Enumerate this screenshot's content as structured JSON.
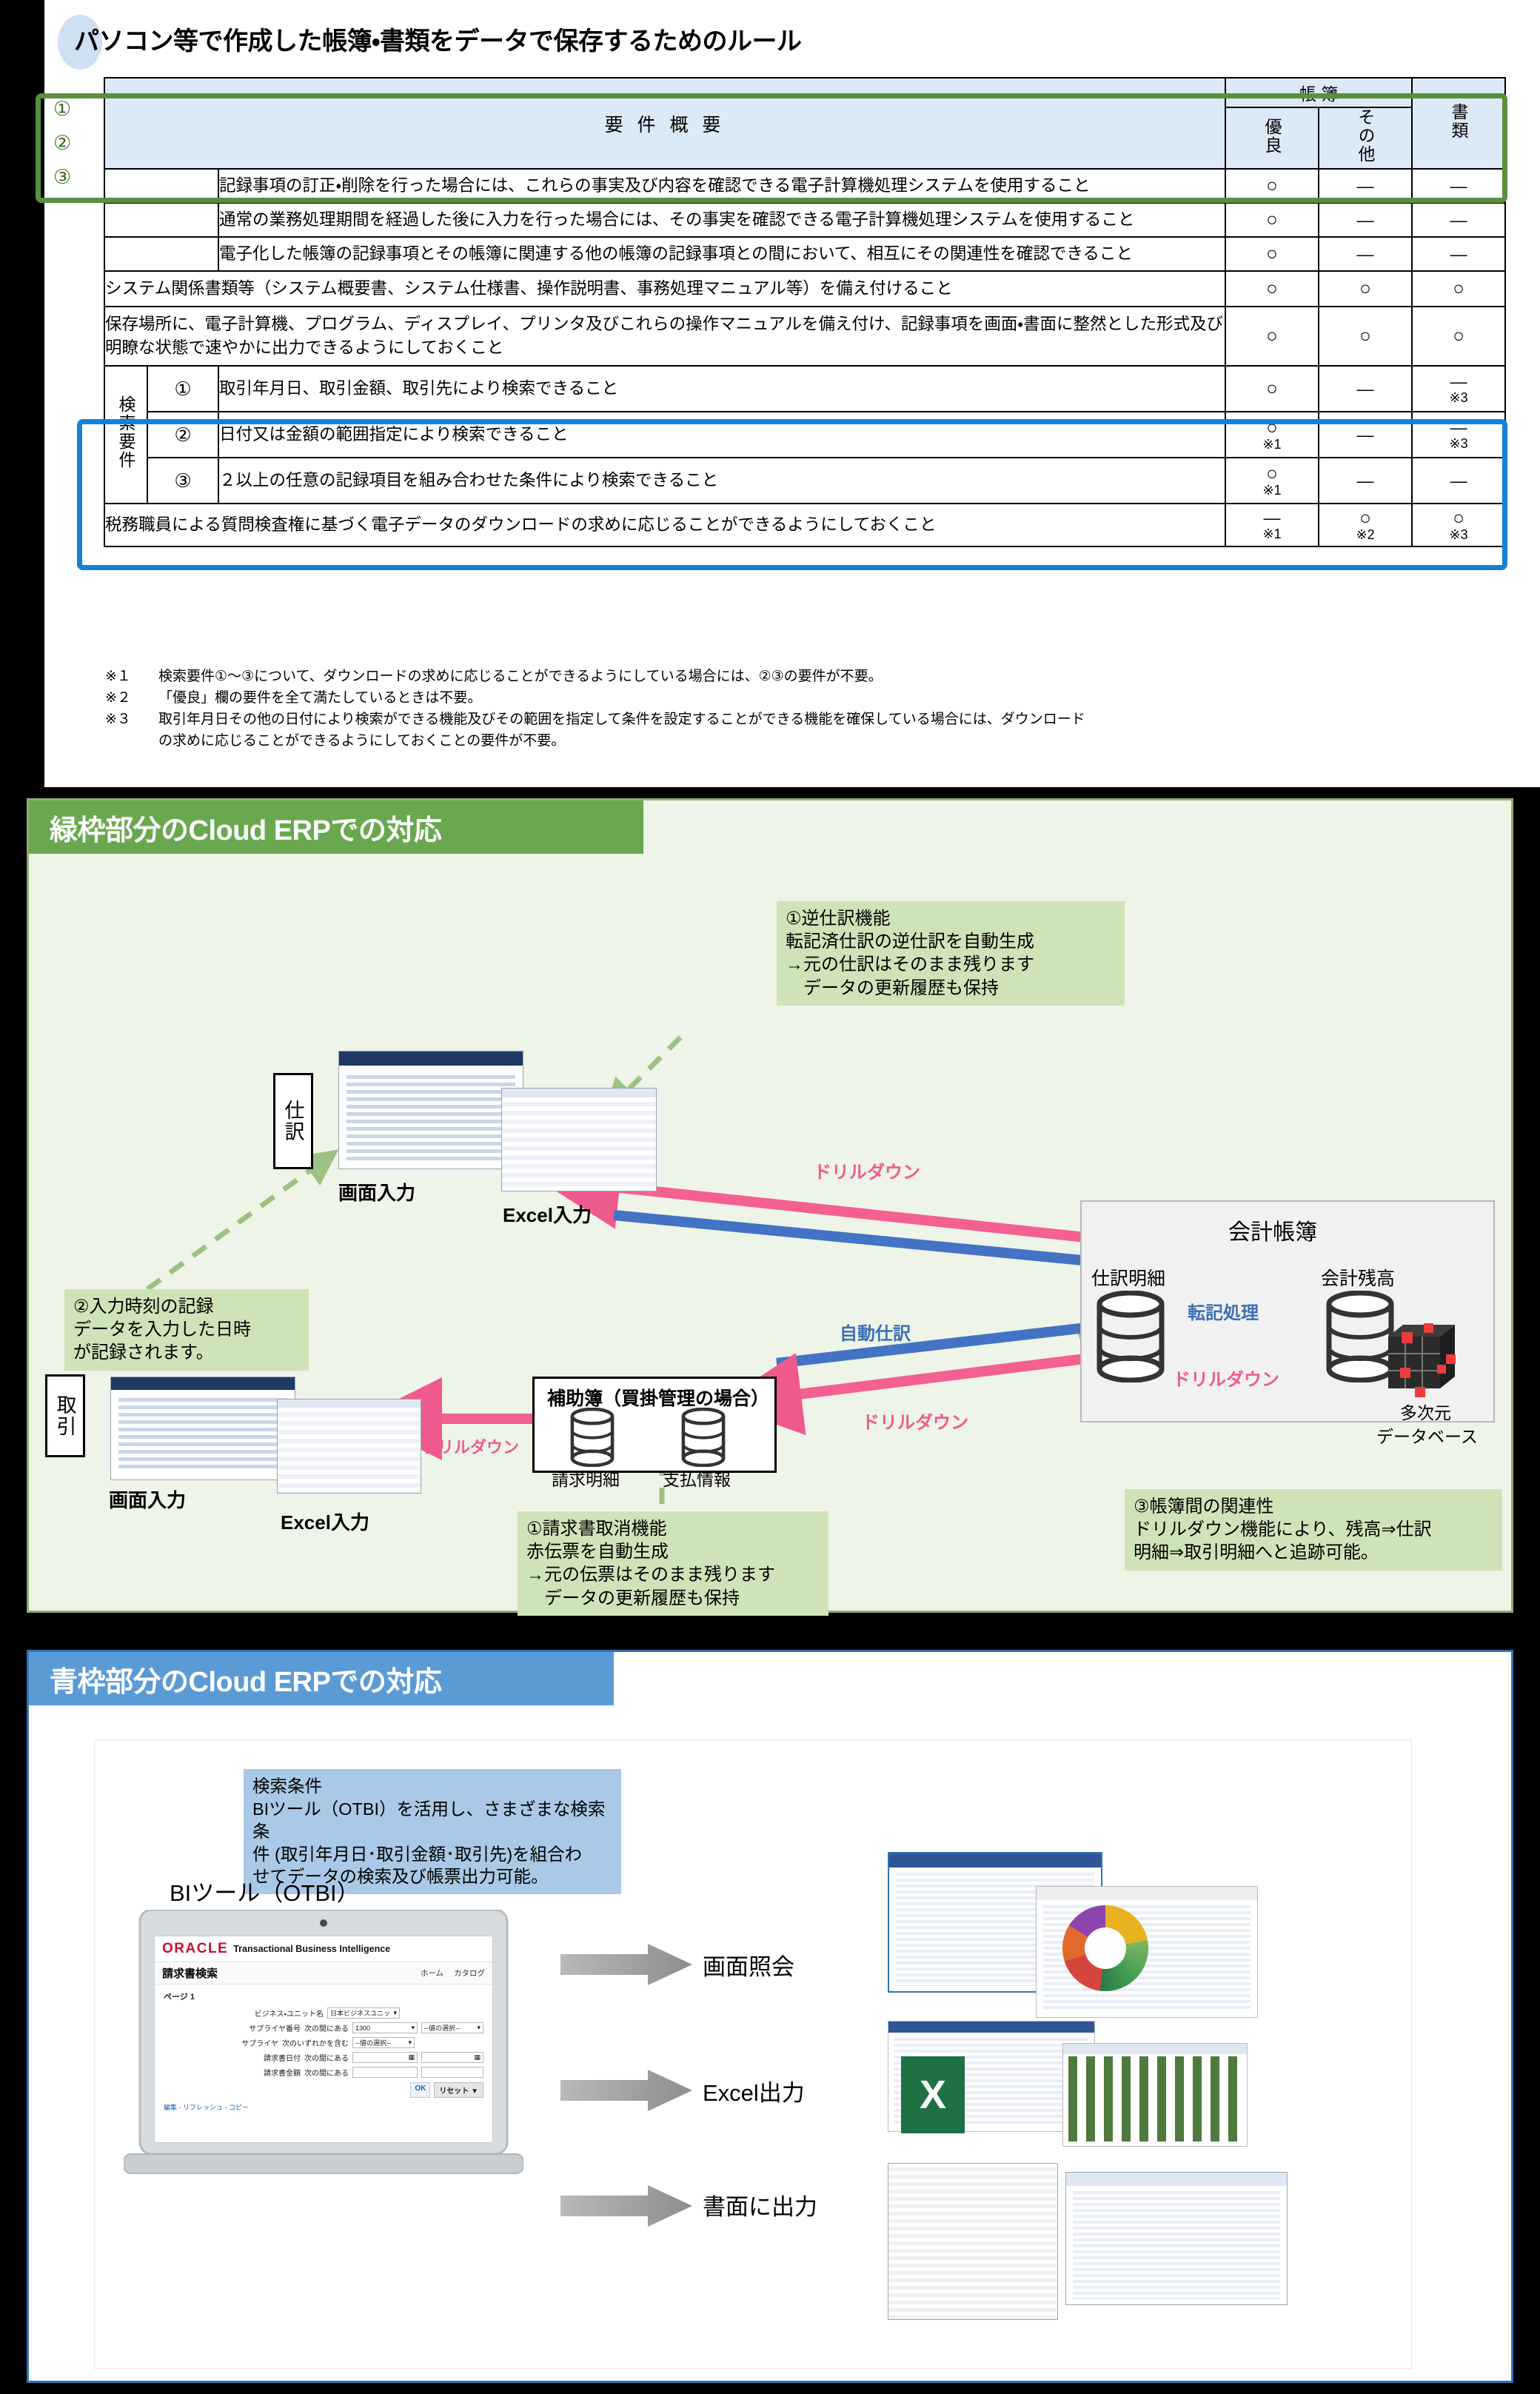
{
  "section1": {
    "title": "パソコン等で作成した帳簿・書類をデータで保存するためのルール",
    "table": {
      "col_requirement": "要 件 概 要",
      "col_book": "帳 簿",
      "col_book_excellent": "優良",
      "col_book_other": "その他",
      "col_document": "書類",
      "rows": [
        {
          "no": "①",
          "text": "記録事項の訂正・削除を行った場合には、これらの事実及び内容を確認できる電子計算機処理システムを使用すること",
          "excellent": "○",
          "excellent_note": "",
          "other": "—",
          "other_note": "",
          "document": "—",
          "document_note": ""
        },
        {
          "no": "②",
          "text": "通常の業務処理期間を経過した後に入力を行った場合には、その事実を確認できる電子計算機処理システムを使用すること",
          "excellent": "○",
          "excellent_note": "",
          "other": "—",
          "other_note": "",
          "document": "—",
          "document_note": ""
        },
        {
          "no": "③",
          "text": "電子化した帳簿の記録事項とその帳簿に関連する他の帳簿の記録事項との間において、相互にその関連性を確認できること",
          "excellent": "○",
          "excellent_note": "",
          "other": "—",
          "other_note": "",
          "document": "—",
          "document_note": ""
        },
        {
          "no": "",
          "text": "システム関係書類等（システム概要書、システム仕様書、操作説明書、事務処理マニュアル等）を備え付けること",
          "excellent": "○",
          "excellent_note": "",
          "other": "○",
          "other_note": "",
          "document": "○",
          "document_note": ""
        },
        {
          "no": "",
          "text": "保存場所に、電子計算機、プログラム、ディスプレイ、プリンタ及びこれらの操作マニュアルを備え付け、記録事項を画面・書面に整然とした形式及び明瞭な状態で速やかに出力できるようにしておくこと",
          "excellent": "○",
          "excellent_note": "",
          "other": "○",
          "other_note": "",
          "document": "○",
          "document_note": ""
        }
      ],
      "search_group_label": "検索要件",
      "search_rows": [
        {
          "no": "①",
          "text": "取引年月日、取引金額、取引先により検索できること",
          "excellent": "○",
          "excellent_note": "",
          "other": "—",
          "other_note": "",
          "document": "—",
          "document_note": "※3"
        },
        {
          "no": "②",
          "text": "日付又は金額の範囲指定により検索できること",
          "excellent": "○",
          "excellent_note": "※1",
          "other": "—",
          "other_note": "",
          "document": "—",
          "document_note": "※3"
        },
        {
          "no": "③",
          "text": "２以上の任意の記録項目を組み合わせた条件により検索できること",
          "excellent": "○",
          "excellent_note": "※1",
          "other": "—",
          "other_note": "",
          "document": "—",
          "document_note": ""
        }
      ],
      "last_row": {
        "no": "",
        "text": "税務職員による質問検査権に基づく電子データのダウンロードの求めに応じることができるようにしておくこと",
        "excellent": "—",
        "excellent_note": "※1",
        "other": "○",
        "other_note": "※2",
        "document": "○",
        "document_note": "※3"
      }
    },
    "footnotes": [
      {
        "key": "※１",
        "text": "検索要件①～③について、ダウンロードの求めに応じることができるようにしている場合には、②③の要件が不要。",
        "cont": ""
      },
      {
        "key": "※２",
        "text": "「優良」欄の要件を全て満たしているときは不要。",
        "cont": ""
      },
      {
        "key": "※３",
        "text": "取引年月日その他の日付により検索ができる機能及びその範囲を指定して条件を設定することができる機能を確保している場合には、ダウンロード",
        "cont": "の求めに応じることができるようにしておくことの要件が不要。"
      }
    ]
  },
  "section2": {
    "header": "緑枠部分のCloud ERPでの対応",
    "labels": {
      "journal": "仕訳",
      "transaction": "取引",
      "screen_input_1": "画面入力",
      "excel_input_1": "Excel入力",
      "screen_input_2": "画面入力",
      "excel_input_2": "Excel入力",
      "ledger_title": "会計帳簿",
      "journal_detail": "仕訳明細",
      "account_balance": "会計残高",
      "multidim_db_line1": "多次元",
      "multidim_db_line2": "データベース",
      "subledger_title": "補助簿（買掛管理の場合）",
      "invoice_detail": "請求明細",
      "payment_info": "支払情報",
      "posting_process": "転記処理",
      "drilldown_1": "ドリルダウン",
      "drilldown_2": "ドリルダウン",
      "drilldown_3": "ドリルダウン",
      "drilldown_4": "ドリルダウン",
      "auto_journal": "自動仕訳"
    },
    "callouts": {
      "c1": "①逆仕訳機能\n転記済仕訳の逆仕訳を自動生成\n→元の仕訳はそのまま残ります\n　データの更新履歴も保持",
      "c2": "②入力時刻の記録\nデータを入力した日時\nが記録されます。",
      "c3": "③帳簿間の関連性\nドリルダウン機能により、残高⇒仕訳\n明細⇒取引明細へと追跡可能。",
      "c4": "①請求書取消機能\n赤伝票を自動生成\n→元の伝票はそのまま残ります\n　データの更新履歴も保持"
    }
  },
  "section3": {
    "header": "青枠部分のCloud ERPでの対応",
    "callout": "検索条件\nBIツール（OTBI）を活用し、さまざまな検索条\n件 (取引年月日･取引金額･取引先)を組合わ\nせてデータの検索及び帳票出力可能。",
    "bi_label": "BIツール（OTBI）",
    "outputs": [
      {
        "label": "画面照会"
      },
      {
        "label": "Excel出力"
      },
      {
        "label": "書面に出力"
      }
    ],
    "otbi": {
      "brand": "ORACLE",
      "brand_sub": "Transactional Business Intelligence",
      "page_title": "請求書検索",
      "nav": [
        "ホーム",
        "カタログ"
      ],
      "page_label": "ページ 1",
      "fields": [
        {
          "label": "ビジネス・ユニット名",
          "op": "",
          "value": "日本ビジネスユニッ"
        },
        {
          "label": "サプライヤ番号",
          "op": "次の間にある",
          "value": "1300",
          "value2": "--値の選択--"
        },
        {
          "label": "サプライヤ",
          "op": "次のいずれかを含む",
          "value": "--値の選択--"
        },
        {
          "label": "請求書日付",
          "op": "次の間にある",
          "value": "",
          "value2": ""
        },
        {
          "label": "請求書金額",
          "op": "次の間にある",
          "value": "",
          "value2": ""
        }
      ],
      "ok": "OK",
      "reset": "リセット ▼",
      "links": "編集 - リフレッシュ - コピー",
      "excel_letter": "X"
    }
  },
  "colors": {
    "green_frame": "#5b8f3e",
    "blue_frame": "#1481d6",
    "green_bar": "#6aa84f",
    "blue_bar": "#5b9bd5",
    "header_blue": "#dce9f7",
    "callout_green": "#cfe3b8",
    "callout_blue": "#a9c9e6",
    "arrow_pink": "#ef5a8e",
    "arrow_blue": "#3d6fb4",
    "arrow_green": "#9dc183"
  }
}
